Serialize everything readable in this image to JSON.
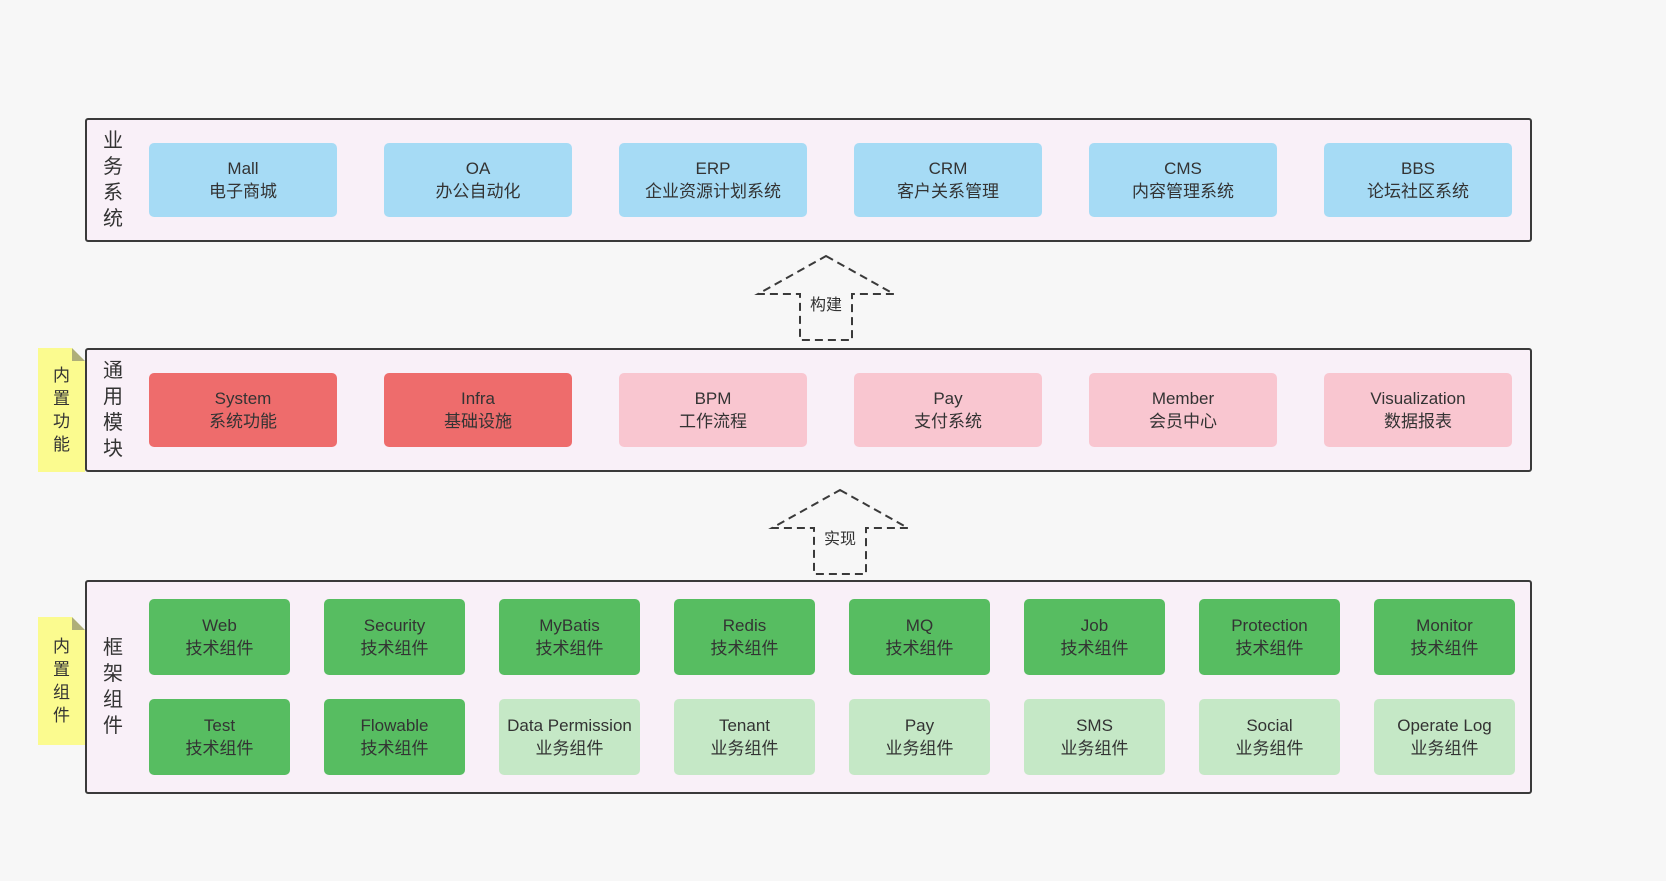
{
  "page": {
    "background": "#f7f7f7"
  },
  "colors": {
    "panel_bg": "#f9f0f8",
    "panel_border": "#3a3a3a",
    "blue_box": "#a6dbf5",
    "red_box": "#ee6c6c",
    "pink_box": "#f9c6d0",
    "green_box": "#57bd61",
    "light_green_box": "#c5e8c6",
    "sticky_note": "#fbfb8f",
    "text": "#333333"
  },
  "business": {
    "side_label": "业务系统",
    "boxes": [
      {
        "title": "Mall",
        "subtitle": "电子商城"
      },
      {
        "title": "OA",
        "subtitle": "办公自动化"
      },
      {
        "title": "ERP",
        "subtitle": "企业资源计划系统"
      },
      {
        "title": "CRM",
        "subtitle": "客户关系管理"
      },
      {
        "title": "CMS",
        "subtitle": "内容管理系统"
      },
      {
        "title": "BBS",
        "subtitle": "论坛社区系统"
      }
    ]
  },
  "arrows": [
    {
      "label": "构建"
    },
    {
      "label": "实现"
    }
  ],
  "modules": {
    "side_label": "通用模块",
    "sticky_label": "内置功能",
    "boxes": [
      {
        "title": "System",
        "subtitle": "系统功能",
        "variant": "red"
      },
      {
        "title": "Infra",
        "subtitle": "基础设施",
        "variant": "red"
      },
      {
        "title": "BPM",
        "subtitle": "工作流程",
        "variant": "pink"
      },
      {
        "title": "Pay",
        "subtitle": "支付系统",
        "variant": "pink"
      },
      {
        "title": "Member",
        "subtitle": "会员中心",
        "variant": "pink"
      },
      {
        "title": "Visualization",
        "subtitle": "数据报表",
        "variant": "pink"
      }
    ]
  },
  "components": {
    "side_label": "框架组件",
    "sticky_label": "内置组件",
    "rows": [
      [
        {
          "title": "Web",
          "subtitle": "技术组件",
          "variant": "green"
        },
        {
          "title": "Security",
          "subtitle": "技术组件",
          "variant": "green"
        },
        {
          "title": "MyBatis",
          "subtitle": "技术组件",
          "variant": "green"
        },
        {
          "title": "Redis",
          "subtitle": "技术组件",
          "variant": "green"
        },
        {
          "title": "MQ",
          "subtitle": "技术组件",
          "variant": "green"
        },
        {
          "title": "Job",
          "subtitle": "技术组件",
          "variant": "green"
        },
        {
          "title": "Protection",
          "subtitle": "技术组件",
          "variant": "green"
        },
        {
          "title": "Monitor",
          "subtitle": "技术组件",
          "variant": "green"
        }
      ],
      [
        {
          "title": "Test",
          "subtitle": "技术组件",
          "variant": "green"
        },
        {
          "title": "Flowable",
          "subtitle": "技术组件",
          "variant": "green"
        },
        {
          "title": "Data Permission",
          "subtitle": "业务组件",
          "variant": "lightgreen"
        },
        {
          "title": "Tenant",
          "subtitle": "业务组件",
          "variant": "lightgreen"
        },
        {
          "title": "Pay",
          "subtitle": "业务组件",
          "variant": "lightgreen"
        },
        {
          "title": "SMS",
          "subtitle": "业务组件",
          "variant": "lightgreen"
        },
        {
          "title": "Social",
          "subtitle": "业务组件",
          "variant": "lightgreen"
        },
        {
          "title": "Operate Log",
          "subtitle": "业务组件",
          "variant": "lightgreen"
        }
      ]
    ]
  }
}
